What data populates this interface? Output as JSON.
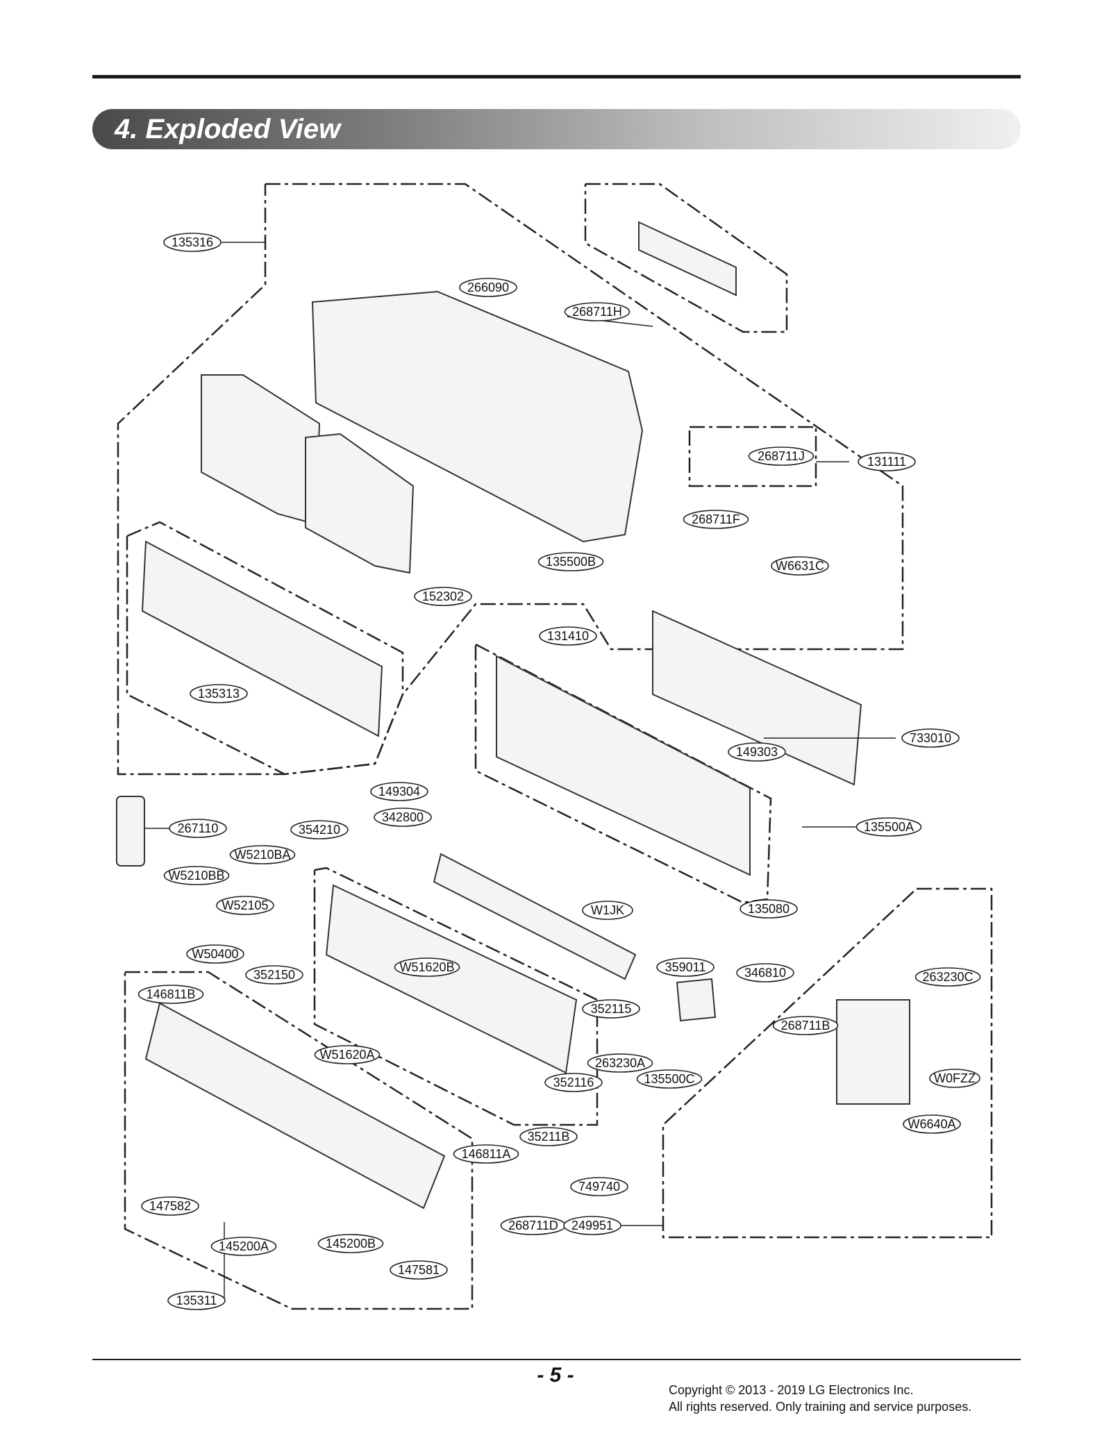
{
  "header": {
    "title": "4. Exploded View"
  },
  "callouts": [
    "135316",
    "266090",
    "268711H",
    "268711J",
    "131111",
    "268711F",
    "W6631C",
    "135500B",
    "152302",
    "131410",
    "135313",
    "733010",
    "149303",
    "149304",
    "135500A",
    "342800",
    "267110",
    "354210",
    "W5210BA",
    "W5210BB",
    "W52105",
    "W1JK",
    "135080",
    "W50400",
    "W51620B",
    "359011",
    "346810",
    "263230C",
    "352150",
    "146811B",
    "352115",
    "268711B",
    "W51620A",
    "263230A",
    "135500C",
    "352116",
    "W0FZZ",
    "35211B",
    "W6640A",
    "146811A",
    "749740",
    "147582",
    "268711D",
    "249951",
    "145200A",
    "145200B",
    "147581",
    "135311"
  ],
  "footer": {
    "page_number": "- 5 -",
    "copyright_line1": "Copyright © 2013 - 2019 LG Electronics Inc.",
    "copyright_line2": "All rights reserved. Only training and service purposes."
  }
}
